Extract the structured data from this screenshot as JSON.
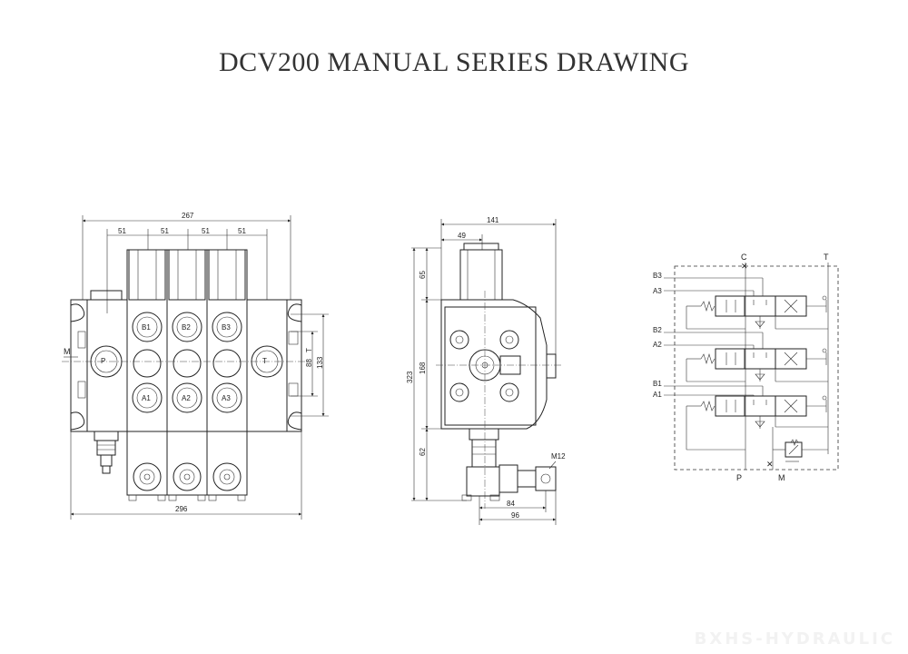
{
  "title": "DCV200  MANUAL SERIES DRAWING",
  "watermark": "BXHS-HYDRAULIC",
  "front_view": {
    "dim_overall_top": "267",
    "section_pitch": [
      "51",
      "51",
      "51",
      "51"
    ],
    "dim_overall_bottom": "296",
    "dim_right_inner": "88",
    "dim_right_outer": "133",
    "port_M": "M",
    "port_P": "P",
    "port_T": "T",
    "port_labels_b": [
      "B1",
      "B2",
      "B3"
    ],
    "port_labels_a": [
      "A1",
      "A2",
      "A3"
    ]
  },
  "side_view": {
    "dim_top_width": "141",
    "dim_top_inner": "49",
    "dim_height_total": "323",
    "dim_top_handle": "65",
    "dim_body": "168",
    "dim_bottom": "62",
    "dim_thread": "M12",
    "dim_bottom_84": "84",
    "dim_bottom_96": "96"
  },
  "schematic": {
    "port_C": "C",
    "port_T": "T",
    "port_P": "P",
    "port_M": "M",
    "spool_labels": [
      {
        "b": "B3",
        "a": "A3"
      },
      {
        "b": "B2",
        "a": "A2"
      },
      {
        "b": "B1",
        "a": "A1"
      }
    ]
  }
}
